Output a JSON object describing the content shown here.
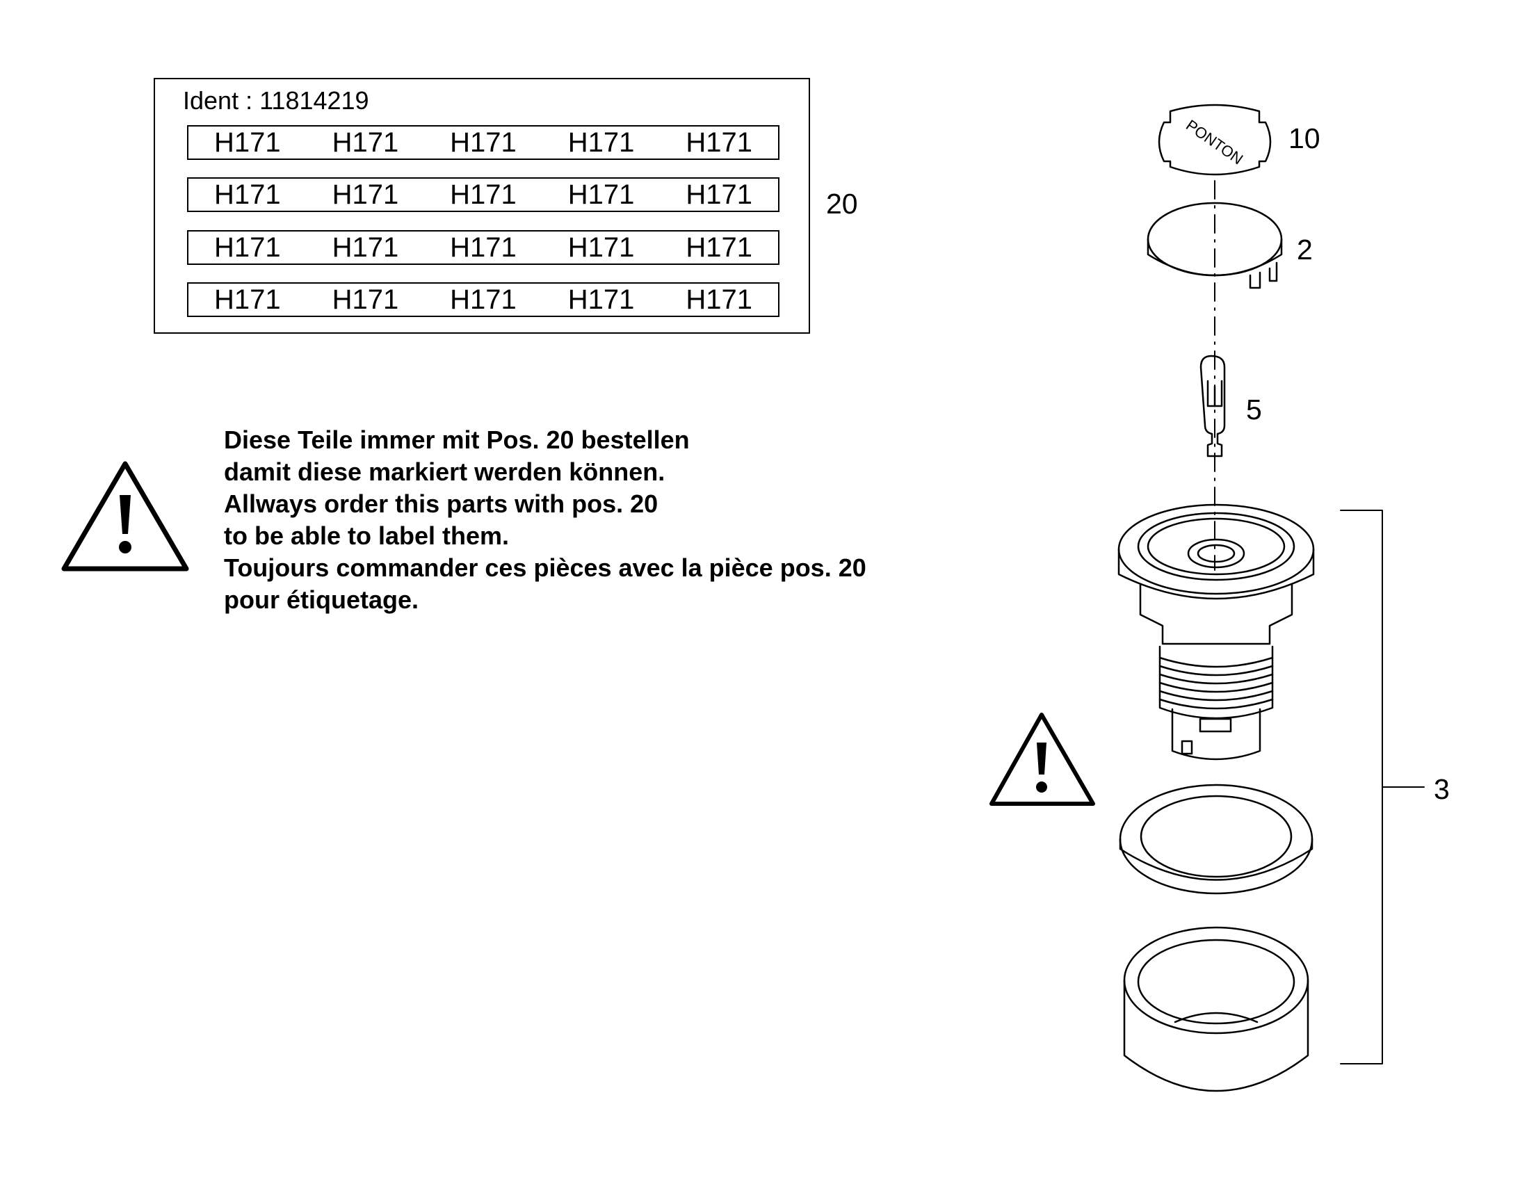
{
  "label_sheet": {
    "ident": "Ident : 11814219",
    "rows": [
      [
        "H171",
        "H171",
        "H171",
        "H171",
        "H171"
      ],
      [
        "H171",
        "H171",
        "H171",
        "H171",
        "H171"
      ],
      [
        "H171",
        "H171",
        "H171",
        "H171",
        "H171"
      ],
      [
        "H171",
        "H171",
        "H171",
        "H171",
        "H171"
      ]
    ]
  },
  "callouts": {
    "label_sheet": "20",
    "cap_label": "10",
    "lens_cap": "2",
    "bulb": "5",
    "switch_assembly": "3"
  },
  "cap_label_text": "PONTON",
  "notice": {
    "lines": [
      "Diese Teile immer mit Pos. 20 bestellen",
      "damit diese markiert werden können.",
      "Allways order this parts with pos. 20",
      "to be able to label them.",
      "Toujours commander ces pièces avec la pièce pos. 20",
      "pour étiquetage."
    ]
  },
  "icons": [
    "warning-triangle-icon",
    "warning-triangle-icon"
  ]
}
